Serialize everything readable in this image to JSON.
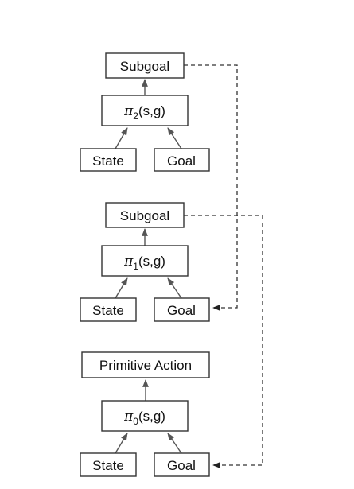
{
  "level2": {
    "subgoal": "Subgoal",
    "policy": {
      "symbol": "π",
      "sub": "2",
      "args": "(s,g)"
    },
    "state": "State",
    "goal": "Goal"
  },
  "level1": {
    "subgoal": "Subgoal",
    "policy": {
      "symbol": "π",
      "sub": "1",
      "args": "(s,g)"
    },
    "state": "State",
    "goal": "Goal"
  },
  "level0": {
    "action": "Primitive Action",
    "policy": {
      "symbol": "π",
      "sub": "0",
      "args": "(s,g)"
    },
    "state": "State",
    "goal": "Goal"
  },
  "colors": {
    "box_stroke": "#333333",
    "arrow": "#555555",
    "text": "#111111"
  }
}
